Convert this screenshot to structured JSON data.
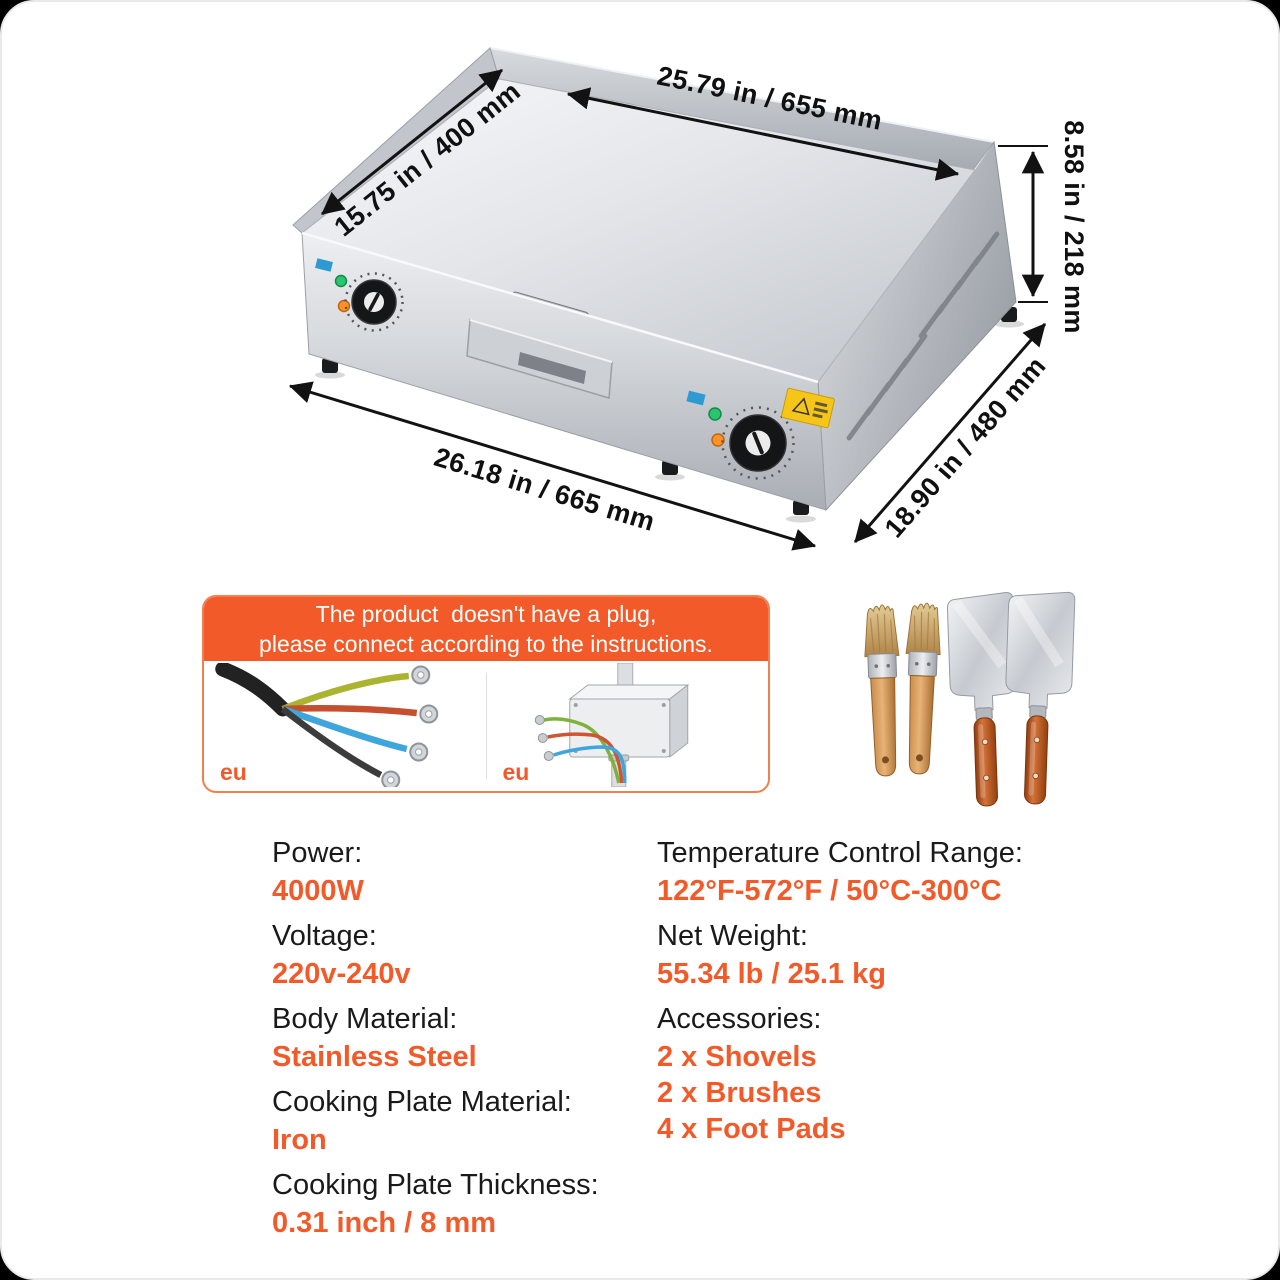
{
  "colors": {
    "accent": "#F25A29"
  },
  "griddle": {
    "dimensions": {
      "plate_depth": "15.75 in / 400 mm",
      "plate_width": "25.79 in / 655 mm",
      "height": "8.58 in / 218 mm",
      "body_depth": "18.90 in / 480 mm",
      "body_width": "26.18 in / 665 mm"
    }
  },
  "notice": {
    "line1": "The product  doesn't have a plug,",
    "line2": "please connect according to the instructions.",
    "eu_left": "eu",
    "eu_right": "eu"
  },
  "specs": {
    "left": [
      {
        "label": "Power:",
        "values": [
          "4000W"
        ]
      },
      {
        "label": "Voltage:",
        "values": [
          "220v-240v"
        ]
      },
      {
        "label": "Body Material:",
        "values": [
          "Stainless Steel"
        ]
      },
      {
        "label": "Cooking Plate Material:",
        "values": [
          "Iron"
        ]
      },
      {
        "label": "Cooking Plate Thickness:",
        "values": [
          "0.31 inch / 8 mm"
        ]
      }
    ],
    "right": [
      {
        "label": "Temperature Control Range:",
        "values": [
          "122°F-572°F / 50°C-300°C"
        ]
      },
      {
        "label": "Net Weight:",
        "values": [
          "55.34 lb / 25.1 kg"
        ]
      },
      {
        "label": "Accessories:",
        "values": [
          "2 x Shovels",
          "2 x Brushes",
          "4 x Foot Pads"
        ]
      }
    ]
  }
}
